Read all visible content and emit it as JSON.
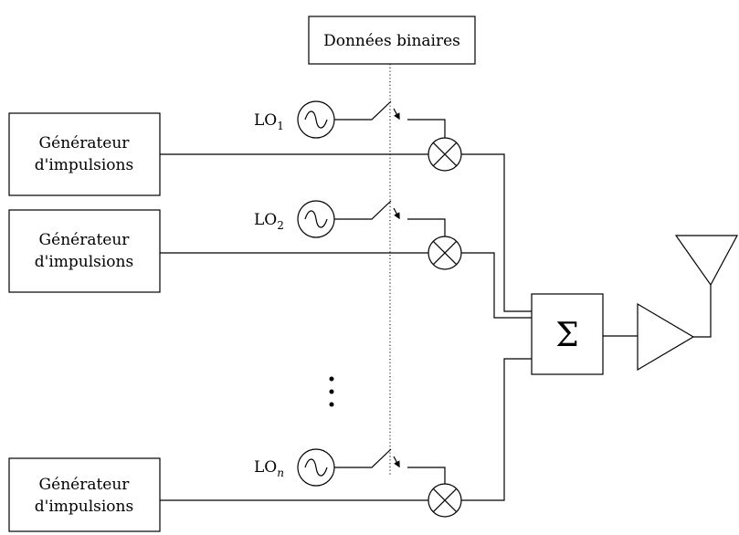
{
  "binary_data_label": "Données binaires",
  "generator_label_line1": "Générateur",
  "generator_label_line2": "d'impulsions",
  "local_oscillators": [
    {
      "base": "LO",
      "sub": "1",
      "sub_italic": false
    },
    {
      "base": "LO",
      "sub": "2",
      "sub_italic": false
    },
    {
      "base": "LO",
      "sub": "n",
      "sub_italic": true
    }
  ],
  "summer_symbol": "Σ"
}
